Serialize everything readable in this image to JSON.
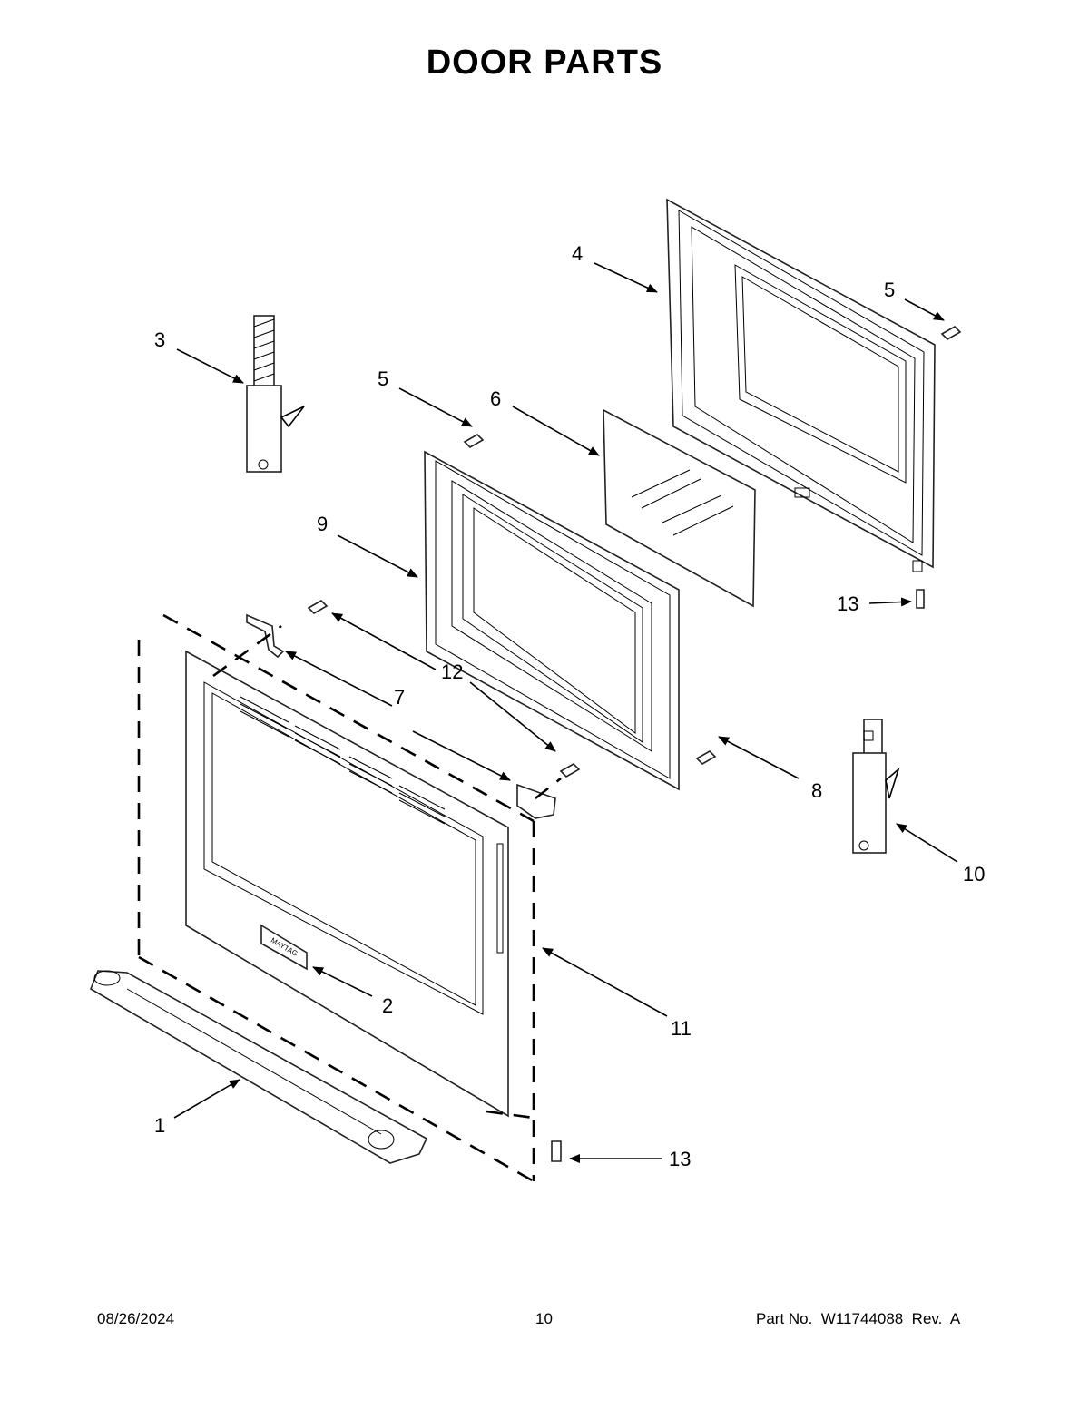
{
  "title": "DOOR PARTS",
  "callouts": {
    "c1": "1",
    "c2": "2",
    "c3": "3",
    "c4": "4",
    "c5a": "5",
    "c5b": "5",
    "c6": "6",
    "c7": "7",
    "c8": "8",
    "c9": "9",
    "c10": "10",
    "c11": "11",
    "c12": "12",
    "c13a": "13",
    "c13b": "13"
  },
  "brand_badge": "MAYTAG",
  "footer": {
    "date": "08/26/2024",
    "page": "10",
    "part_no": "Part No.  W11744088  Rev.  A"
  }
}
